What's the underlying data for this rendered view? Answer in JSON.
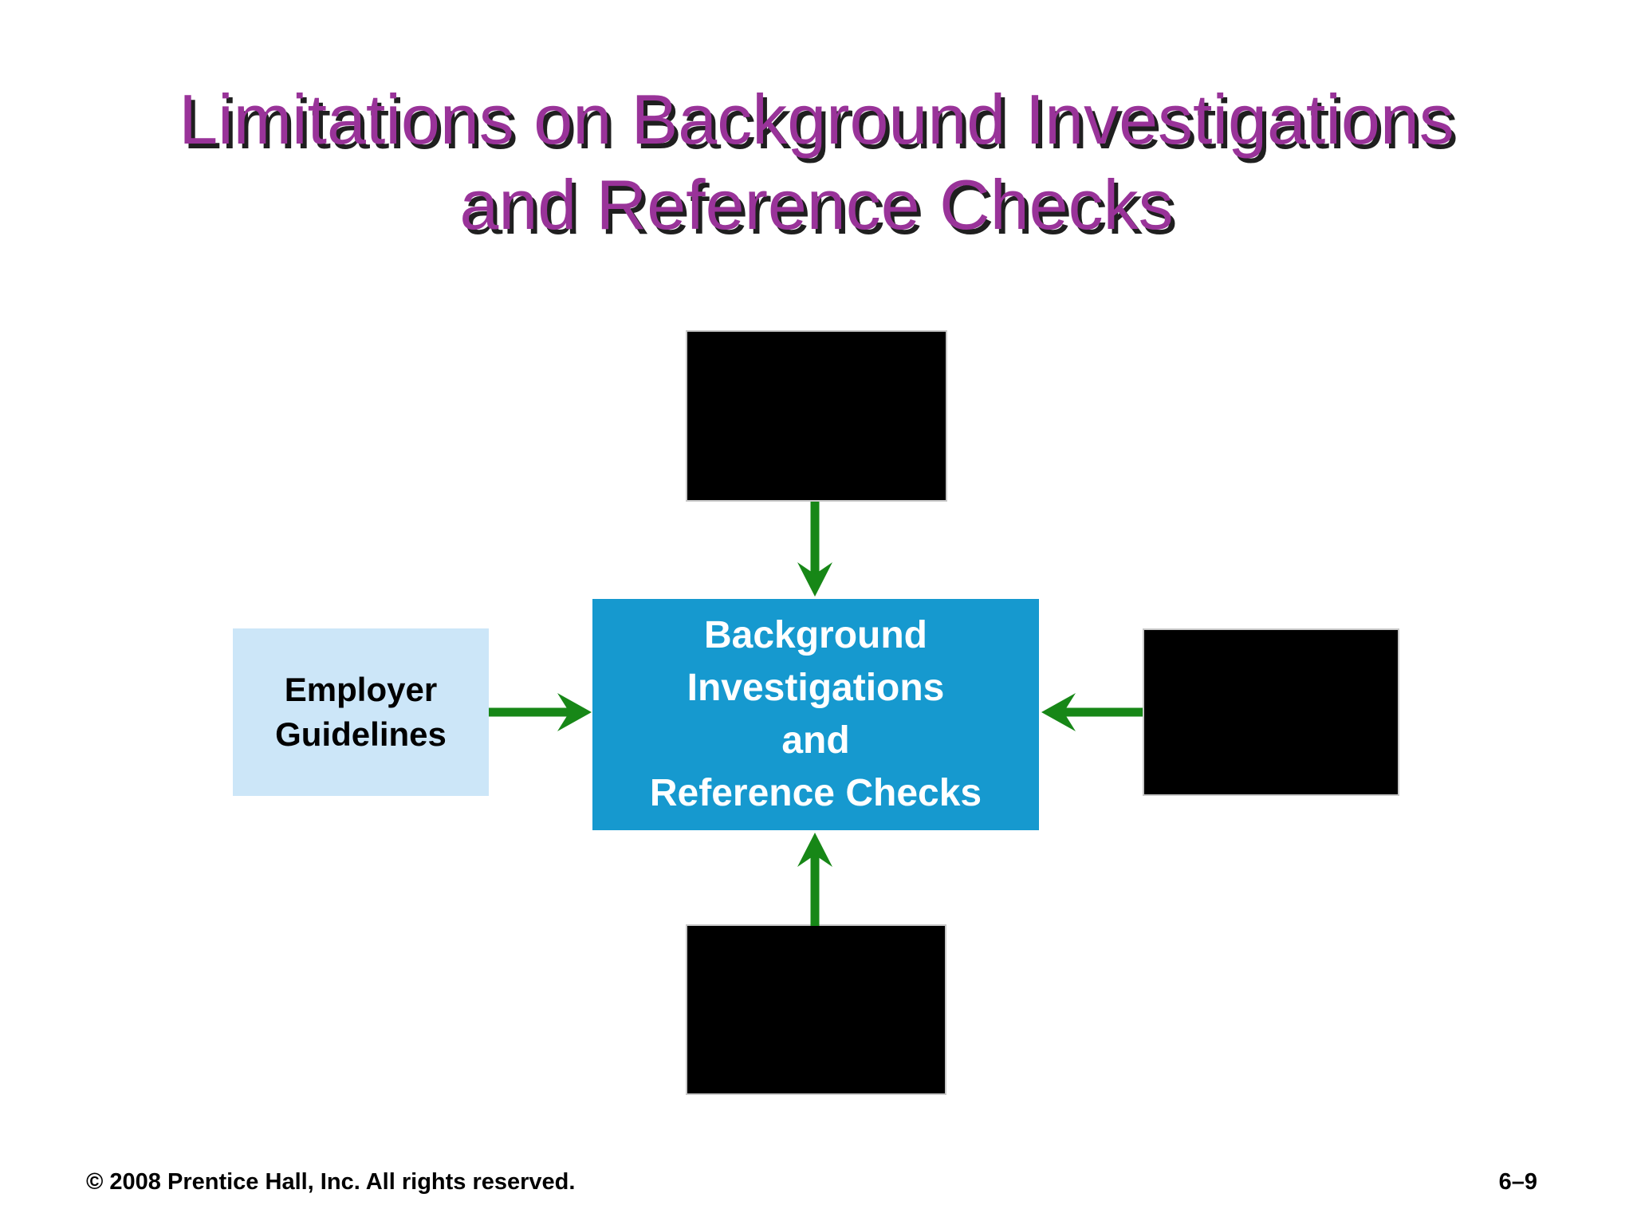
{
  "title": {
    "line1": "Limitations on Background Investigations",
    "line2": "and Reference Checks"
  },
  "diagram": {
    "center_box": {
      "lines": [
        "Background",
        "Investigations",
        "and",
        "Reference Checks"
      ]
    },
    "left_box": {
      "lines": [
        "Employer",
        "Guidelines"
      ]
    },
    "redacted_boxes": [
      "top",
      "right",
      "bottom"
    ]
  },
  "footer": {
    "copyright": "© 2008 Prentice Hall, Inc. All rights reserved.",
    "page_number": "6–9"
  },
  "colors": {
    "background": "#ffffff",
    "title": "#993399",
    "title_shadow": "#1f1f1f",
    "center_box_bg": "#1699cf",
    "center_box_text": "#ffffff",
    "left_box_bg": "#cce6f8",
    "left_box_text": "#000000",
    "redacted_box_bg": "#000000",
    "redacted_box_border": "#c8c8c8",
    "arrow": "#178717",
    "footer_text": "#000000"
  }
}
